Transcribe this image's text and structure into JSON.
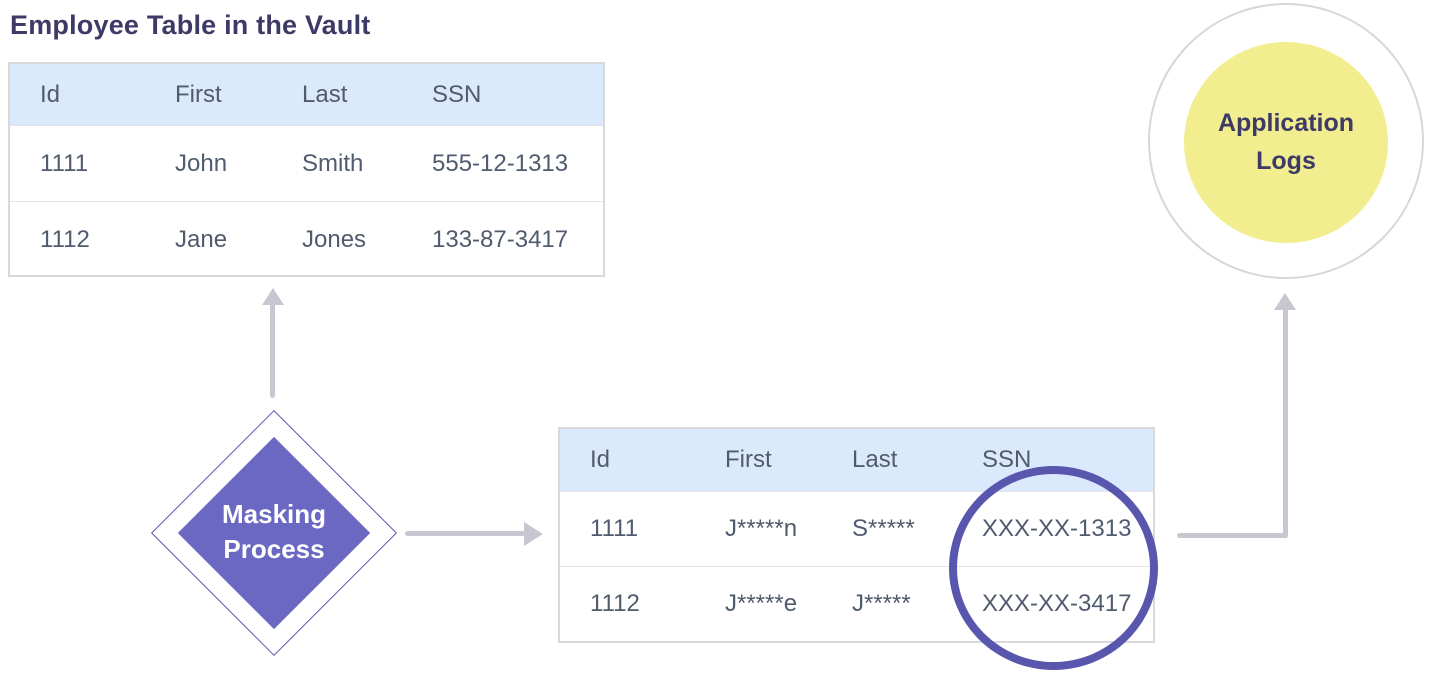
{
  "title": "Employee Table in the Vault",
  "vault_table": {
    "columns": [
      "Id",
      "First",
      "Last",
      "SSN"
    ],
    "rows": [
      [
        "1111",
        "John",
        "Smith",
        "555-12-1313"
      ],
      [
        "1112",
        "Jane",
        "Jones",
        "133-87-3417"
      ]
    ]
  },
  "masked_table": {
    "columns": [
      "Id",
      "First",
      "Last",
      "SSN"
    ],
    "rows": [
      [
        "1111",
        "J*****n",
        "S*****",
        "XXX-XX-1313"
      ],
      [
        "1112",
        "J*****e",
        "J*****",
        "XXX-XX-3417"
      ]
    ]
  },
  "masking_process": {
    "label": "Masking Process"
  },
  "application_logs": {
    "label": "Application Logs"
  },
  "colors": {
    "page_bg": "#ffffff",
    "title_text": "#3e3a66",
    "header_bg": "#dbe9fc",
    "cell_text": "#515b6e",
    "table_border": "#d9d9db",
    "row_divider": "#e4e4e8",
    "arrow": "#c7c7d2",
    "diamond_fill": "#6b68c4",
    "diamond_outline": "#5956ae",
    "diamond_text": "#ffffff",
    "highlight_ellipse": "#5956ae",
    "logs_fill": "#f2ee90",
    "logs_border": "#d7d7d7",
    "logs_text": "#3e3a66"
  }
}
